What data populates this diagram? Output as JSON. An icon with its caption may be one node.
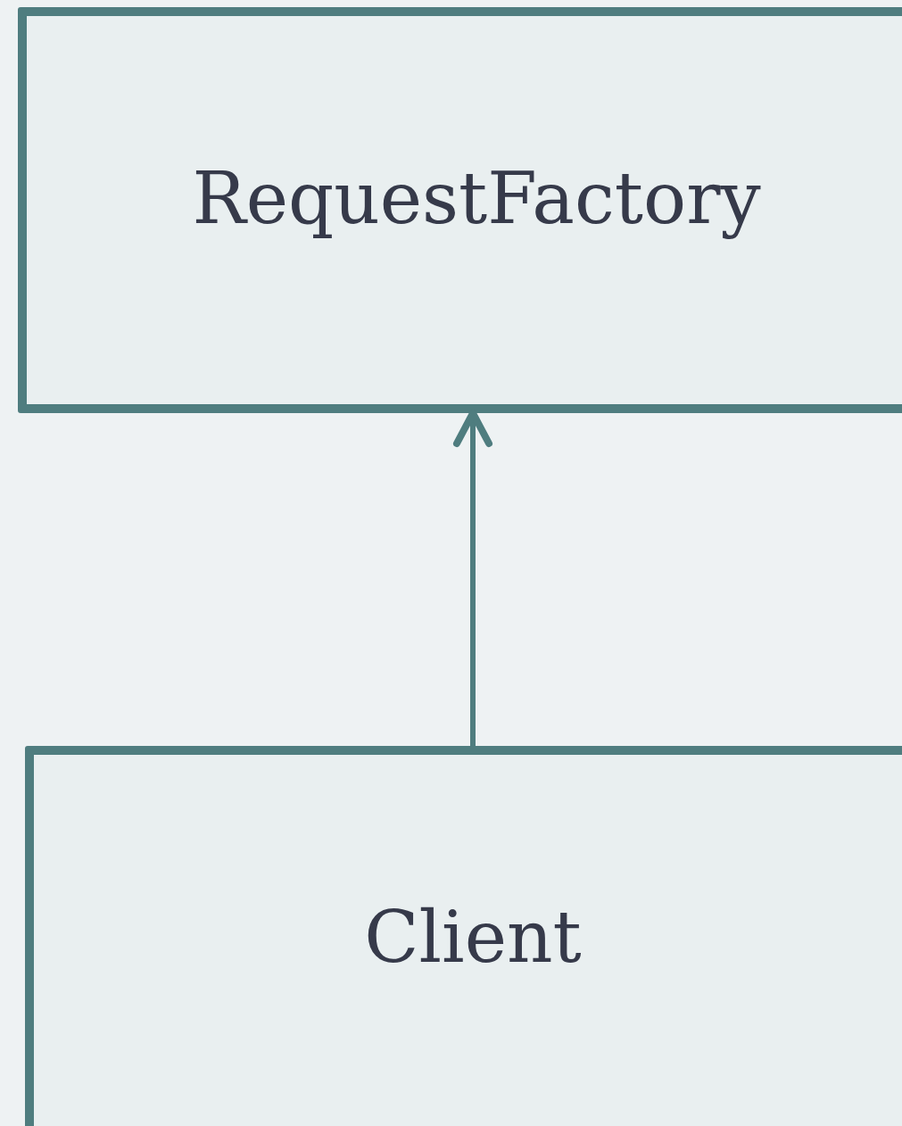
{
  "diagram": {
    "nodes": [
      {
        "text": [
          "RequestFactory"
        ]
      },
      {
        "text": [
          "Client"
        ]
      }
    ],
    "edges": [
      {
        "from": 1,
        "to": 0,
        "arrow": "to"
      }
    ]
  }
}
